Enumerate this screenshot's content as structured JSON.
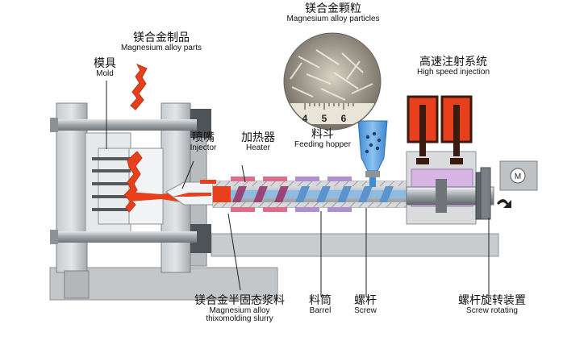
{
  "labels": {
    "parts": {
      "zh": "镁合金制品",
      "en": "Magnesium alloy parts"
    },
    "mold": {
      "zh": "模具",
      "en": "Mold"
    },
    "particles": {
      "zh": "镁合金颗粒",
      "en": "Magnesium alloy particles"
    },
    "injection": {
      "zh": "高速注射系统",
      "en": "High speed injection"
    },
    "injector": {
      "zh": "喷嘴",
      "en": "Injector"
    },
    "heater": {
      "zh": "加热器",
      "en": "Heater"
    },
    "hopper": {
      "zh": "料斗",
      "en": "Feeding hopper"
    },
    "slurry": {
      "zh": "镁合金半固态浆料",
      "en1": "Magnesium alloy",
      "en2": "thixomolding slurry"
    },
    "barrel": {
      "zh": "料筒",
      "en": "Barrel"
    },
    "screw": {
      "zh": "螺杆",
      "en": "Screw"
    },
    "rotating": {
      "zh": "螺杆旋转装置",
      "en": "Screw rotating"
    },
    "ruler": {
      "t4": "4",
      "t5": "5",
      "t6": "6"
    },
    "motor": "M"
  },
  "colors": {
    "molten": "#e8401c",
    "steel": "#a9adb0",
    "dark_steel": "#6f7478",
    "barrel": "#b9bcbf",
    "screw_blue": "#6fa6d8",
    "hopper": "#5aa0e0",
    "heater_pink": "#e06b8a",
    "heater_purple": "#b08fd0",
    "injection_purple": "#d7b6e6"
  }
}
